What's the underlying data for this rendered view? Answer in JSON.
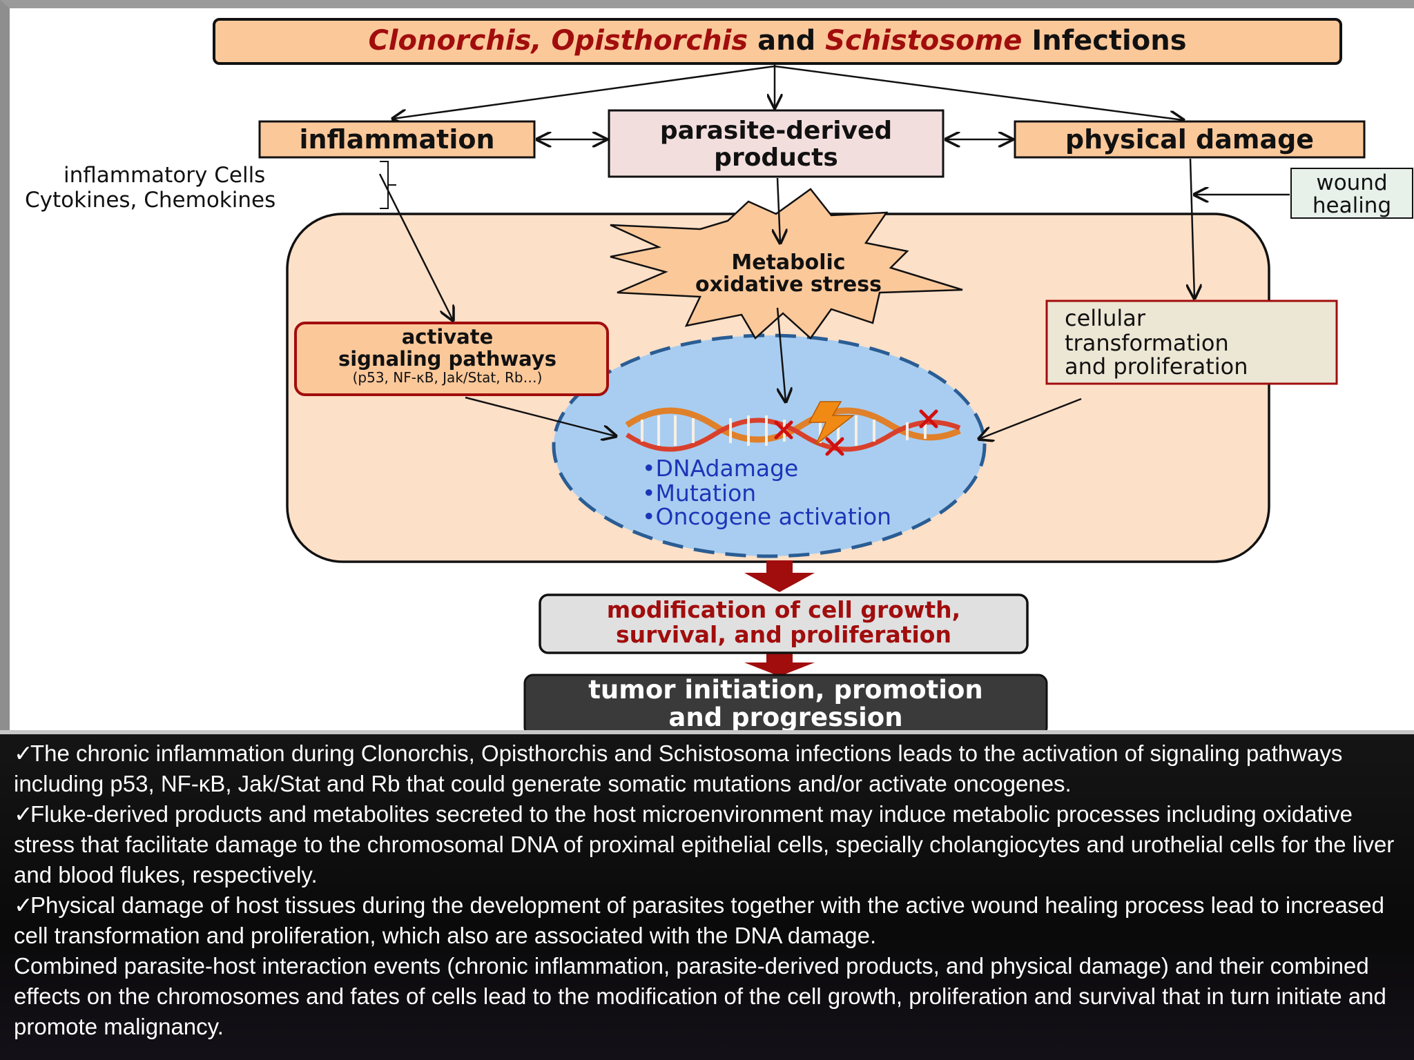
{
  "diagram": {
    "title_parts": [
      "Clonorchis, Opisthorchis",
      "and",
      "Schistosome",
      "Infections"
    ],
    "inflammation": "inflammation",
    "parasite_products": [
      "parasite-derived",
      "products"
    ],
    "physical_damage": "physical damage",
    "inflammatory_note": [
      "inflammatory Cells",
      "Cytokines, Chemokines"
    ],
    "wound_healing": [
      "wound",
      "healing"
    ],
    "metabolic": [
      "Metabolic",
      "oxidative stress"
    ],
    "signaling": [
      "activate",
      "signaling pathways",
      "(p53, NF-κB, Jak/Stat, Rb…)"
    ],
    "cellular": [
      "cellular",
      "transformation",
      "and proliferation"
    ],
    "dna_effects": [
      "•DNAdamage",
      "•Mutation",
      "•Oncogene activation"
    ],
    "modification": [
      "modification of cell growth,",
      "survival, and proliferation"
    ],
    "tumor": [
      "tumor initiation, promotion",
      "and progression"
    ]
  },
  "caption": {
    "check": "✓",
    "paragraphs": [
      "The chronic inflammation during Clonorchis, Opisthorchis and Schistosoma infections leads to the activation of signaling pathways including p53, NF-κB, Jak/Stat and Rb that could generate somatic mutations and/or activate oncogenes.",
      "Fluke-derived products and metabolites secreted to the host microenvironment may induce metabolic processes including oxidative stress that facilitate damage to the chromosomal DNA of proximal epithelial cells, specially cholangiocytes and urothelial cells for the liver and blood flukes, respectively.",
      "Physical damage of host tissues during the development of parasites together with the active wound healing process lead to increased cell transformation and proliferation, which also are associated with the DNA damage.",
      "Combined parasite-host interaction events (chronic inflammation, parasite-derived products, and physical damage) and their combined effects on the chromosomes and fates of cells lead to the modification of the cell growth, proliferation and survival that in turn initiate and promote malignancy."
    ]
  },
  "colors": {
    "box_orange": "#fbc89a",
    "box_pink": "#f3dede",
    "cell_fill": "#fde0c8",
    "nucleus_fill": "#a9cdf0",
    "accent_red": "#a10d0d",
    "dna_text": "#1c35b8",
    "wound_fill": "#e8f0ea"
  }
}
